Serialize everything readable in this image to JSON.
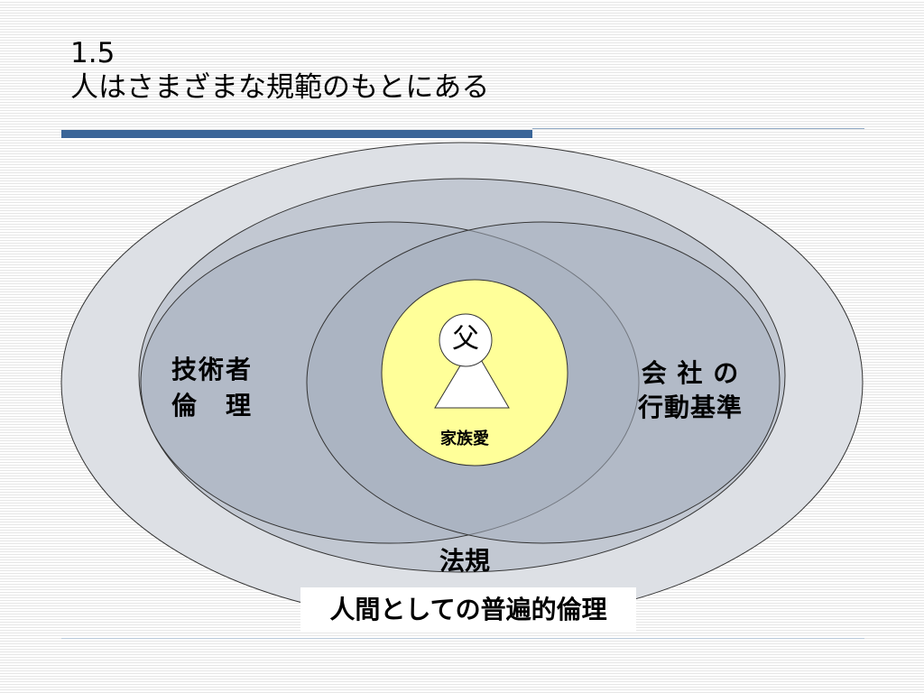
{
  "title": {
    "number": "1.5",
    "text": "人はさまざまな規範のもとにある"
  },
  "diagram": {
    "outer_ring_label": "人間としての普遍的倫理",
    "law_ring_label": "法規",
    "left_ellipse_label_line1": "技術者",
    "left_ellipse_label_line2": "倫　理",
    "right_ellipse_label_line1": "会 社 の",
    "right_ellipse_label_line2": "行動基準",
    "center_circle_label": "家族愛",
    "figure_head_label": "父"
  },
  "colors": {
    "accent_bar": "#3a6598",
    "outer_ring": "#dde0e5",
    "law_ring": "#c2c8d2",
    "inner_ellipse": "#a6afbe",
    "family_circle": "#ffff99"
  }
}
